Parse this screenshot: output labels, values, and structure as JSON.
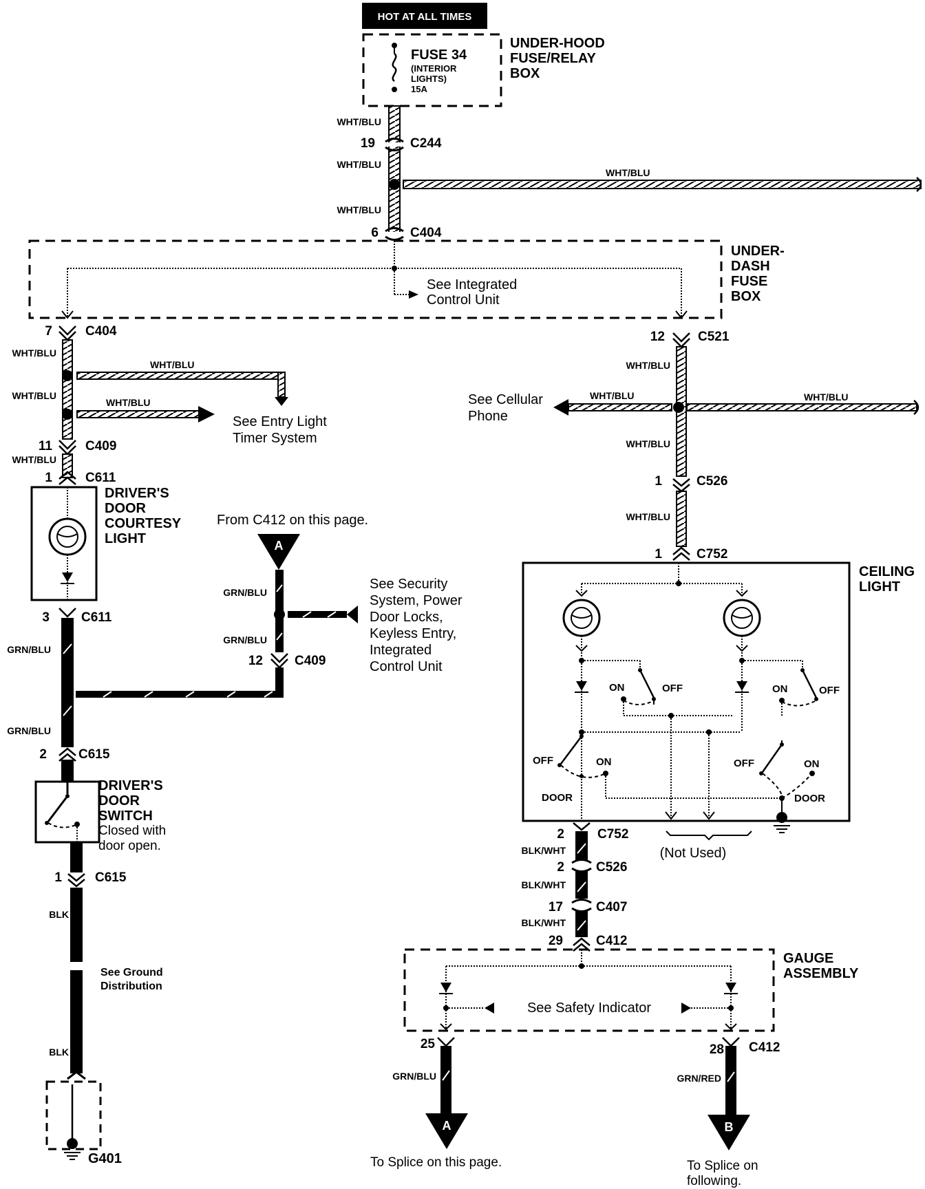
{
  "hot_at_all_times": "HOT AT ALL TIMES",
  "fuse": {
    "name": "FUSE 34",
    "desc1": "(INTERIOR",
    "desc2": "LIGHTS)",
    "rating": "15A"
  },
  "underhood": {
    "l1": "UNDER-HOOD",
    "l2": "FUSE/RELAY",
    "l3": "BOX"
  },
  "underdash": {
    "l1": "UNDER-",
    "l2": "DASH",
    "l3": "FUSE",
    "l4": "BOX"
  },
  "wire_colors": {
    "wht_blu": "WHT/BLU",
    "grn_blu": "GRN/BLU",
    "blk_wht": "BLK/WHT",
    "blk": "BLK",
    "grn_red": "GRN/RED"
  },
  "connectors": {
    "c244": "C244",
    "c404": "C404",
    "c521": "C521",
    "c409": "C409",
    "c611": "C611",
    "c615": "C615",
    "c526": "C526",
    "c752": "C752",
    "c407": "C407",
    "c412": "C412",
    "g401": "G401"
  },
  "pins": {
    "p19": "19",
    "p6": "6",
    "p7": "7",
    "p12": "12",
    "p11": "11",
    "p1": "1",
    "p3": "3",
    "p2": "2",
    "p17": "17",
    "p29": "29",
    "p25": "25",
    "p28": "28"
  },
  "refs": {
    "icu1": "See  Integrated",
    "icu2": "Control Unit",
    "entry1": "See Entry Light",
    "entry2": "Timer System",
    "cell1": "See Cellular",
    "cell2": "Phone",
    "from_c412": "From C412 on this page.",
    "sec1": "See Security",
    "sec2": "System,   Power",
    "sec3": "Door Locks,",
    "sec4": "Keyless Entry,",
    "sec5": "Integrated",
    "sec6": "Control Unit",
    "ground1": "See Ground",
    "ground2": "Distribution",
    "safety": "See Safety Indicator",
    "to_splice_a": "To Splice on this page.",
    "to_splice_b1": "To Splice on",
    "to_splice_b2": "following."
  },
  "components": {
    "courtesy1": "DRIVER'S",
    "courtesy2": "DOOR",
    "courtesy3": "COURTESY",
    "courtesy4": "LIGHT",
    "switch1": "DRIVER'S",
    "switch2": "DOOR",
    "switch3": "SWITCH",
    "switch4": "Closed with",
    "switch5": "door open.",
    "ceiling1": "CEILING",
    "ceiling2": "LIGHT",
    "gauge1": "GAUGE",
    "gauge2": "ASSEMBLY"
  },
  "switch_labels": {
    "on": "ON",
    "off": "OFF",
    "door": "DOOR",
    "not_used": "(Not Used)"
  },
  "splice_markers": {
    "a": "A",
    "b": "B"
  }
}
